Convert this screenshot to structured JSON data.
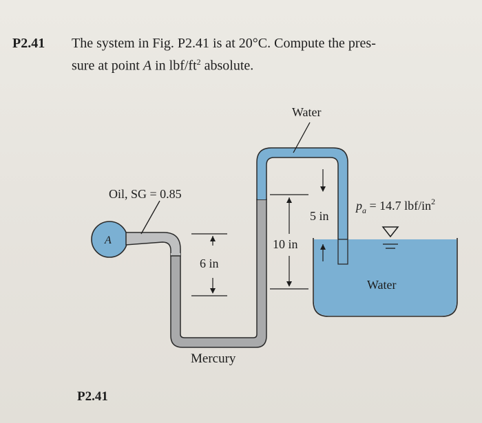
{
  "problem": {
    "number": "P2.41",
    "line1": "The system in Fig. P2.41 is at 20°C. Compute the pres-",
    "line2_pre": "sure at point ",
    "line2_point": "A",
    "line2_mid": " in lbf/ft",
    "line2_sup": "2",
    "line2_post": " absolute."
  },
  "figure": {
    "label": "P2.41",
    "labels": {
      "water_top": "Water",
      "oil": "Oil, SG = 0.85",
      "point": "A",
      "dim_6in": "6 in",
      "dim_10in": "10 in",
      "dim_5in": "5 in",
      "mercury": "Mercury",
      "water_tank": "Water",
      "pa_symbol": "p",
      "pa_sub": "a",
      "pa_value": " = 14.7 lbf/in",
      "pa_sup": "2"
    },
    "colors": {
      "water": "#7bb0d3",
      "mercury": "#a9aaab",
      "oil": "#bfc0c1",
      "outline": "#2a2a2a"
    }
  }
}
